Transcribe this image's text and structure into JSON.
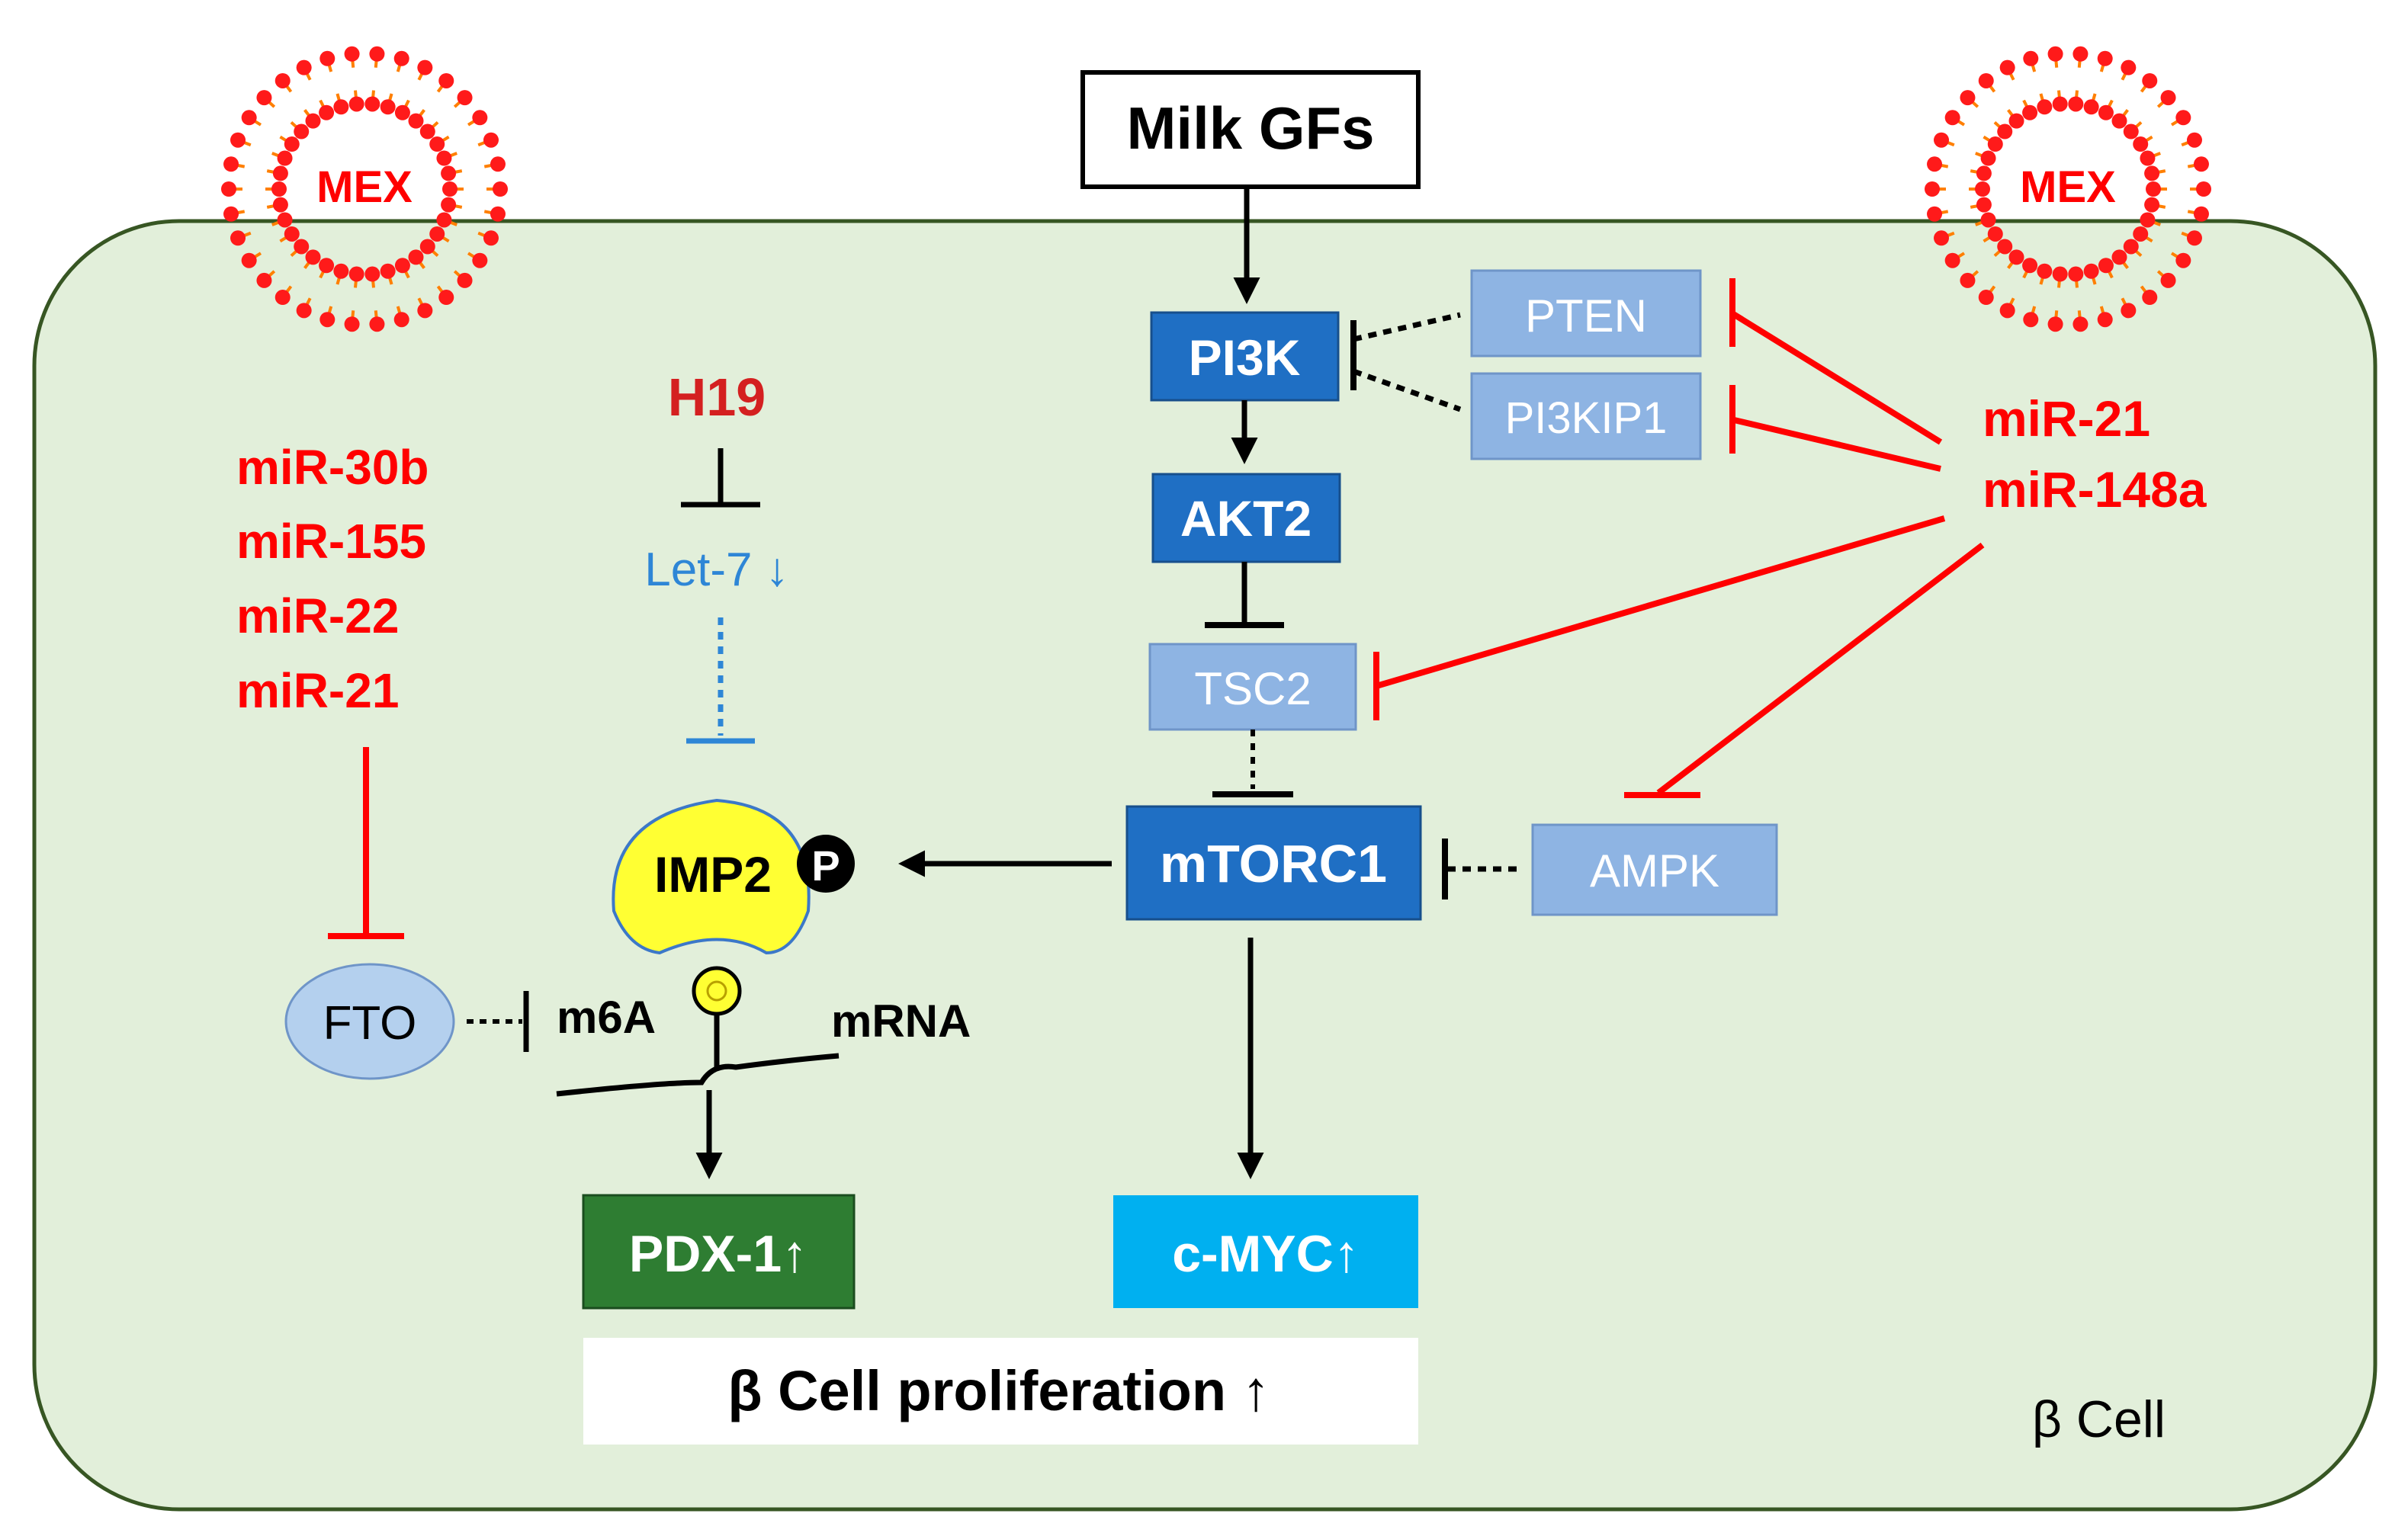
{
  "vesicle_left_label": "MEX",
  "vesicle_right_label": "MEX",
  "milk_gfs": "Milk GFs",
  "pi3k": "PI3K",
  "akt2": "AKT2",
  "tsc2": "TSC2",
  "mtorc1": "mTORC1",
  "pten": "PTEN",
  "pi3kip1": "PI3KIP1",
  "ampk": "AMPK",
  "cmyc": "c-MYC↑",
  "pdx1": "PDX-1↑",
  "proliferation": "β Cell proliferation ↑",
  "cell_label": "β Cell",
  "h19": "H19",
  "let7": "Let-7 ↓",
  "imp2": "IMP2",
  "phospho": "P",
  "fto": "FTO",
  "m6a": "m6A",
  "mrna": "mRNA",
  "mirs_left": [
    "miR-30b",
    "miR-155",
    "miR-22",
    "miR-21"
  ],
  "mirs_right": [
    "miR-21",
    "miR-148a"
  ],
  "colors": {
    "cell_fill": "#e2efda",
    "cell_stroke": "#375623",
    "dark_blue": "#1f6fc4",
    "light_blue": "#8eb4e3",
    "red": "#ff0000",
    "orange": "#ff7f00",
    "green": "#2e7d32",
    "cyan": "#00b0f0",
    "yellow": "#ffff33",
    "let7_blue": "#2e86d6",
    "fto_fill": "#b4d0ee"
  }
}
